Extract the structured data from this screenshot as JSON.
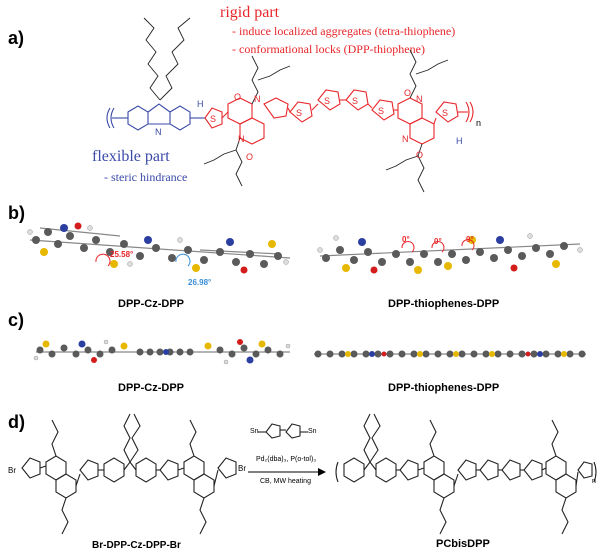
{
  "panels": {
    "a": "a)",
    "b": "b)",
    "c": "c)",
    "d": "d)"
  },
  "panel_a": {
    "rigid_title": "rigid part",
    "rigid_point1": "- induce localized aggregates (tetra-thiophene)",
    "rigid_point2": "- conformational locks (DPP-thiophene)",
    "flexible_title": "flexible part",
    "flexible_point1": "- steric hindrance",
    "atom_H_blue_1": "H",
    "atom_H_blue_2": "H",
    "atom_N_blue": "N",
    "repeat_n": "n"
  },
  "panel_b": {
    "left_caption": "DPP-Cz-DPP",
    "right_caption": "DPP-thiophenes-DPP",
    "angle1": "25.58°",
    "angle2": "26.98°",
    "angle3": "0°",
    "angle4": "0°",
    "angle5": "0°"
  },
  "panel_c": {
    "left_caption": "DPP-Cz-DPP",
    "right_caption": "DPP-thiophenes-DPP"
  },
  "panel_d": {
    "reactant_label": "Br-DPP-Cz-DPP-Br",
    "product_label": "PCbisDPP",
    "reagent_line1": "Pd₂(dba)₃, P(o-tol)₃",
    "reagent_line2": "CB, MW heating",
    "br_left": "Br",
    "br_right": "Br",
    "sn_left": "Sn",
    "sn_right": "Sn",
    "n_label": "n"
  },
  "colors": {
    "rigid": "#e8262a",
    "flexible": "#3a49a8",
    "carbon": "#555555",
    "sulfur": "#e6b800",
    "nitrogen": "#2b3fa0",
    "oxygen": "#d41c1c",
    "hydrogen": "#f0f0f0"
  }
}
